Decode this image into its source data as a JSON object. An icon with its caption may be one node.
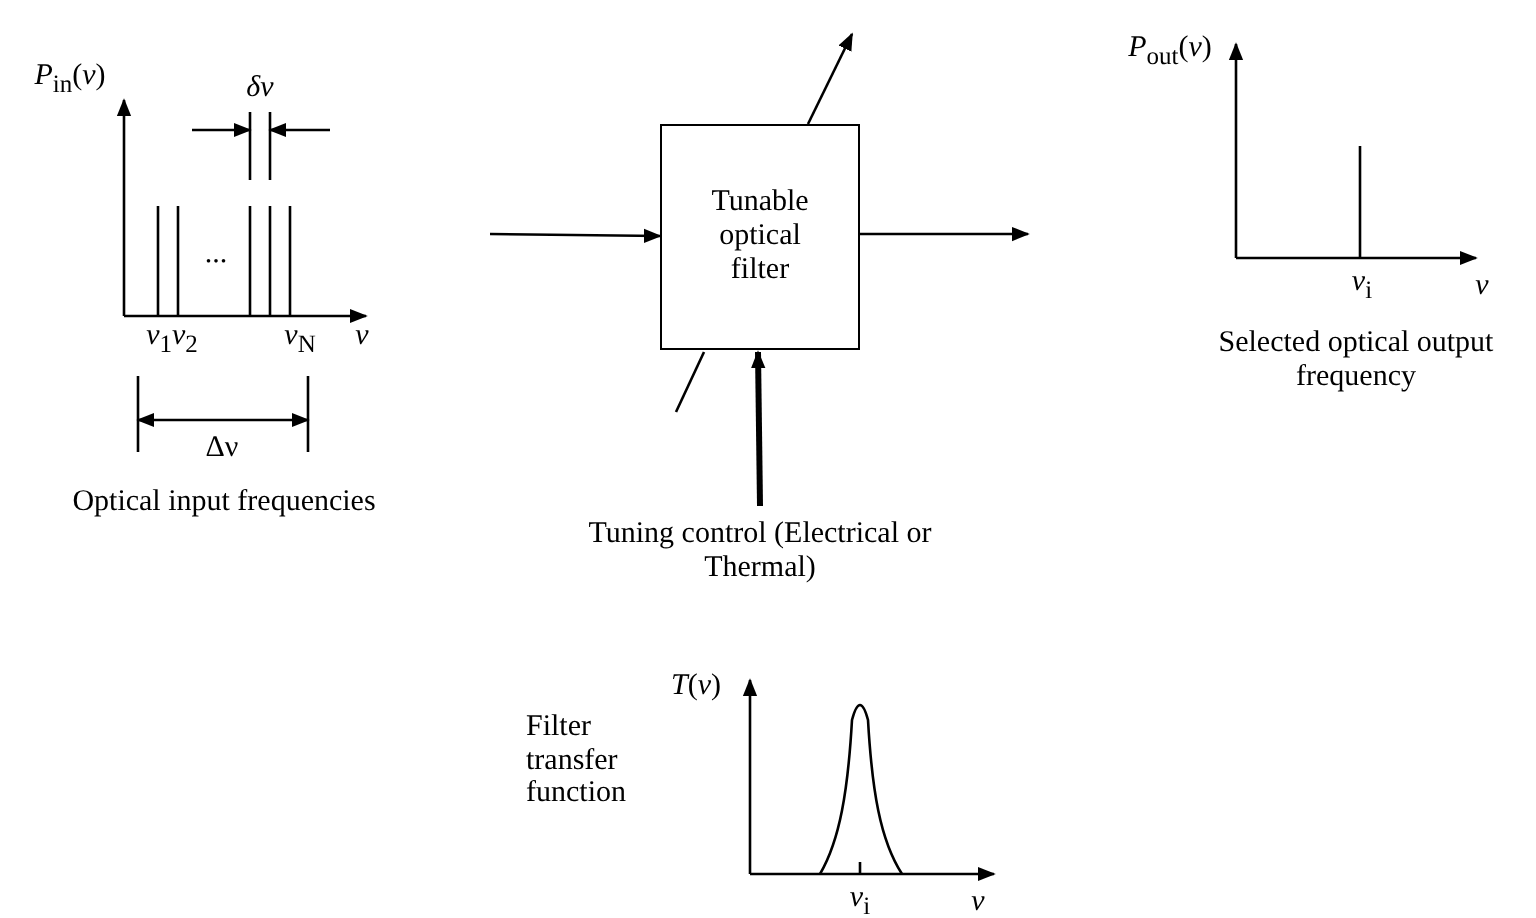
{
  "diagram": {
    "nodes": [
      {
        "text": [
          "Tunable optical filter"
        ]
      },
      {
        "text": [
          "Tuning control (Electrical or Thermal)"
        ]
      }
    ],
    "edges": [
      {
        "from": null,
        "to": 0,
        "arrow": "to"
      },
      {
        "from": 0,
        "to": null,
        "arrow": "to"
      },
      {
        "from": null,
        "to": 0,
        "arrow": "none"
      },
      {
        "from": 0,
        "to": null,
        "arrow": "to"
      },
      {
        "from": 1,
        "to": 0,
        "arrow": "to",
        "style": "thick"
      }
    ],
    "labels": [
      "*P*$_{in}$(*ν*)",
      "*δν*",
      "...",
      "*ν*$_{1}$*ν*$_{2}$",
      "*ν*$_{N}$",
      "*ν*",
      "Δν",
      "Optical input frequencies",
      "*P*$_{out}$(*ν*)",
      "*ν*$_{i}$",
      "*ν*",
      "Selected optical output frequency",
      "*T*(*ν*)",
      "Filter transfer function",
      "*ν*$_{i}$",
      "*ν*"
    ]
  }
}
